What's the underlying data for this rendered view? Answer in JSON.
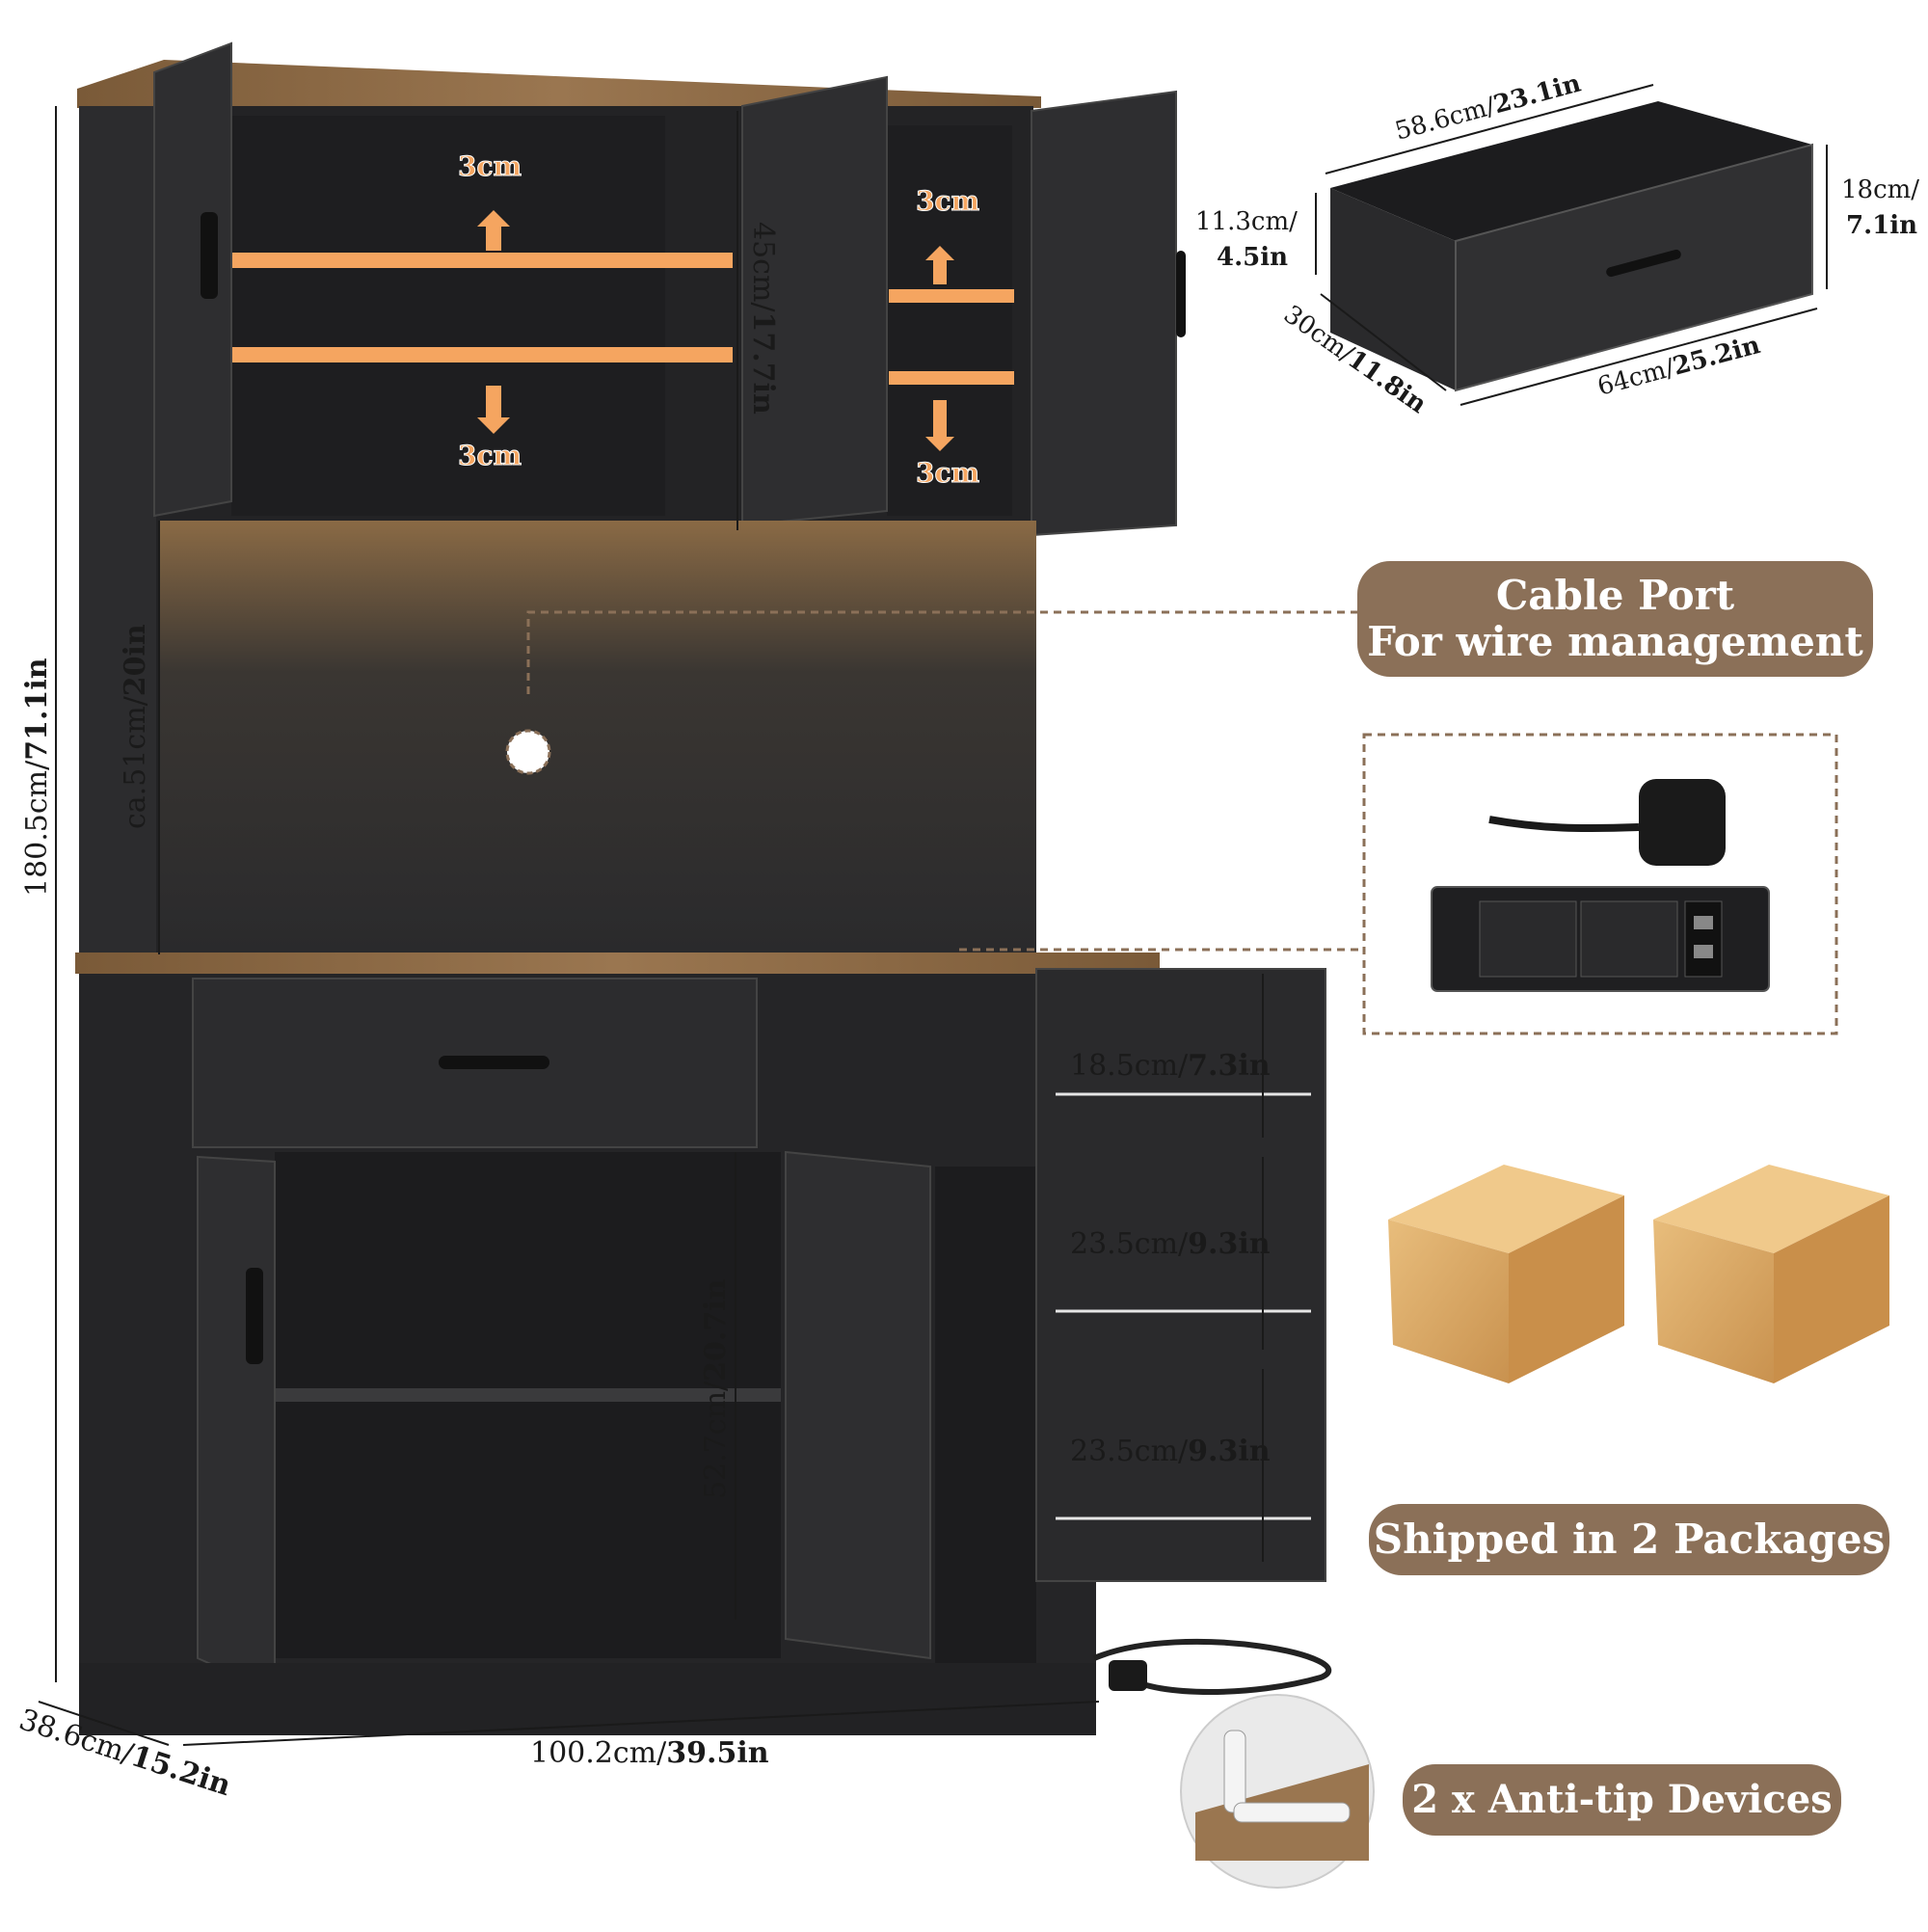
{
  "dimensions": {
    "height_cm": "180.5cm/",
    "height_in": "71.1in",
    "width_cm": "100.2cm/",
    "width_in": "39.5in",
    "depth_cm": "38.6cm/",
    "depth_in": "15.2in",
    "upper_cab_cm": "45cm/",
    "upper_cab_in": "17.7in",
    "open_space_cm": "ca.51cm/",
    "open_space_in": "20in",
    "lower_cab_cm": "52.7cm/",
    "lower_cab_in": "20.7in",
    "shelf_adjust": "3cm",
    "door_shelf_1_cm": "18.5cm/",
    "door_shelf_1_in": "7.3in",
    "door_shelf_2_cm": "23.5cm/",
    "door_shelf_2_in": "9.3in",
    "door_shelf_3_cm": "23.5cm/",
    "door_shelf_3_in": "9.3in"
  },
  "drawer": {
    "width_top_cm": "58.6cm/",
    "width_top_in": "23.1in",
    "height_side_cm": "11.3cm/",
    "height_side_in": "4.5in",
    "front_height_cm": "18cm/",
    "front_height_in": "7.1in",
    "depth_cm": "30cm/",
    "depth_in": "11.8in",
    "front_width_cm": "64cm/",
    "front_width_in": "25.2in"
  },
  "callouts": {
    "cable_port_line1": "Cable Port",
    "cable_port_line2": "For wire management",
    "packages": "Shipped in 2 Packages",
    "anti_tip": "2 x Anti-tip Devices"
  },
  "colors": {
    "cabinet": "#2a2a2c",
    "wood_top": "#8a6a45",
    "pill": "#8b7058",
    "led": "#f5a560",
    "box": "#d9a865"
  }
}
